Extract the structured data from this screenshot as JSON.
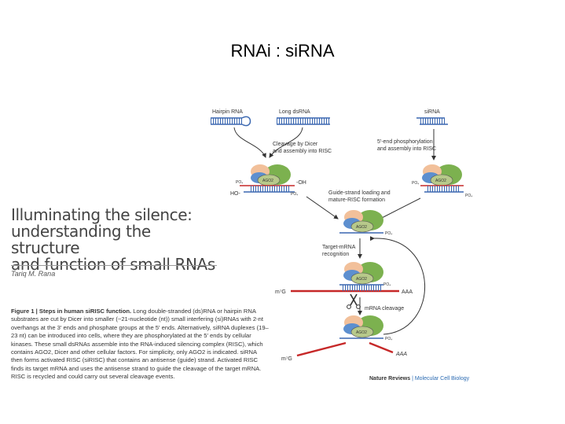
{
  "slide": {
    "title": "RNAi : siRNA"
  },
  "paper": {
    "title_line1": "Illuminating the silence:",
    "title_line2": "understanding the structure",
    "title_line3": "and function of small RNAs",
    "author": "Tariq M. Rana"
  },
  "caption": {
    "lead": "Figure 1 | Steps in human siRISC function.",
    "text": "Long double-stranded (ds)RNA or hairpin RNA substrates are cut by Dicer into smaller (~21-nucleotide (nt)) small interfering (si)RNAs with 2-nt overhangs at the 3′ ends and phosphate groups at the 5′ ends. Alternatively, siRNA duplexes (19–23 nt) can be introduced into cells, where they are phosphorylated at the 5′ ends by cellular kinases. These small dsRNAs assemble into the RNA-induced silencing complex (RISC), which contains AGO2, Dicer and other cellular factors. For simplicity, only AGO2 is indicated. siRNA then forms activated RISC (siRISC) that contains an antisense (guide) strand. Activated RISC finds its target mRNA and uses the antisense strand to guide the cleavage of the target mRNA. RISC is recycled and could carry out several cleavage events."
  },
  "diagram": {
    "hairpin_label": "Hairpin RNA",
    "long_ds_label": "Long dsRNA",
    "sirna_label": "siRNA",
    "dicer_line1": "Cleavage by Dicer",
    "dicer_line2": "and assembly into RISC",
    "phos_line1": "5′-end phosphorylation",
    "phos_line2": "and assembly into RISC",
    "guide_line1": "Guide-strand loading and",
    "guide_line2": "mature-RISC formation",
    "target_line1": "Target-mRNA",
    "target_line2": "recognition",
    "cleavage_label": "mRNA cleavage",
    "ago2": "AGO2",
    "po4": "PO₄",
    "oh": "-OH",
    "ho": "HO-",
    "cap": "m⁷G",
    "polya": "AAA",
    "credit_bold": "Nature Reviews",
    "credit_rest": " | Molecular Cell Biology"
  }
}
